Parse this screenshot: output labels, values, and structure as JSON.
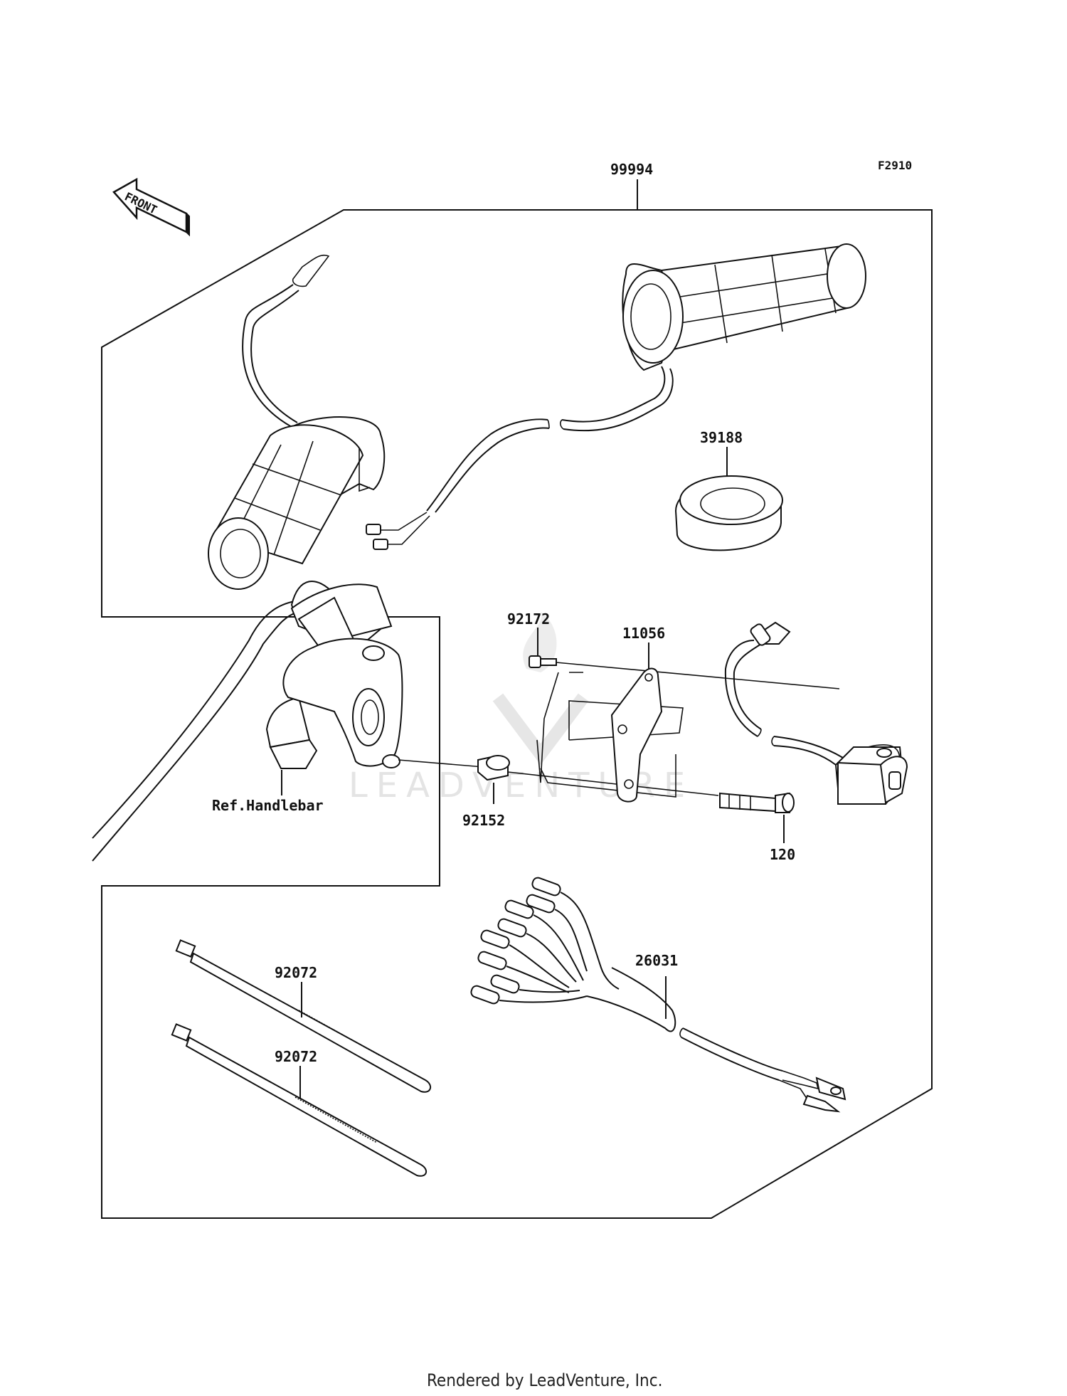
{
  "figure_code": "F2910",
  "front_arrow_label": "FRONT",
  "callouts": {
    "kit": "99994",
    "ring": "39188",
    "screw": "92172",
    "bracket": "11056",
    "collar": "92152",
    "bolt": "120",
    "harness": "26031",
    "tie_upper": "92072",
    "tie_lower": "92072"
  },
  "reference_note": "Ref.Handlebar",
  "watermark": "LEADVENTURE",
  "footer": "Rendered by LeadVenture, Inc."
}
